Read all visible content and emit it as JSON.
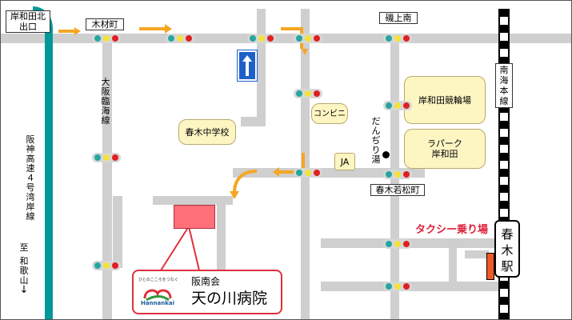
{
  "labels": {
    "kishiwada_kita_exit": [
      "岸和田北",
      "出口"
    ],
    "kizaimachi": "木材町",
    "isogami_minami": "磯上南",
    "osaka_rinkai_line": "大阪臨海線",
    "hanshin_expressway": "阪神高速４号湾岸線",
    "to_wakayama": [
      "至",
      "和",
      "歌",
      "山"
    ],
    "nankai_line": "南海本線",
    "haruki_junior_high": "春木中学校",
    "convenience_store": "コンビニ",
    "kishiwada_keirin": "岸和田競輪場",
    "lapark": [
      "ラパーク",
      "岸和田"
    ],
    "ja": "JA",
    "danjiri_yu": "だんぢり湯",
    "haruki_wakamatsu": "春木若松町",
    "taxi_stand": "タクシー乗り場",
    "haruki_station": "春木駅",
    "hospital_org": "阪南会",
    "hospital_name": "天の川病院",
    "logo_tagline": "ひとのこころをつなぐ",
    "logo_text": "Hannankai"
  },
  "colors": {
    "road": "#cfcfcf",
    "route_arrow": "#f5a623",
    "expressway": "#009999",
    "hospital_fill": "#ff6f7a",
    "callout_border": "#e0303a",
    "facility_fill": "#fdf6c3",
    "taxi_text": "#e0203a",
    "taxi_marker": "#f05a28",
    "one_way_sign": "#1e60c8"
  },
  "icons": [
    "traffic-signal-icon",
    "one-way-arrow-icon",
    "route-arrow-icon",
    "down-arrow-icon",
    "bath-dot-icon",
    "hannankai-logo-icon"
  ]
}
